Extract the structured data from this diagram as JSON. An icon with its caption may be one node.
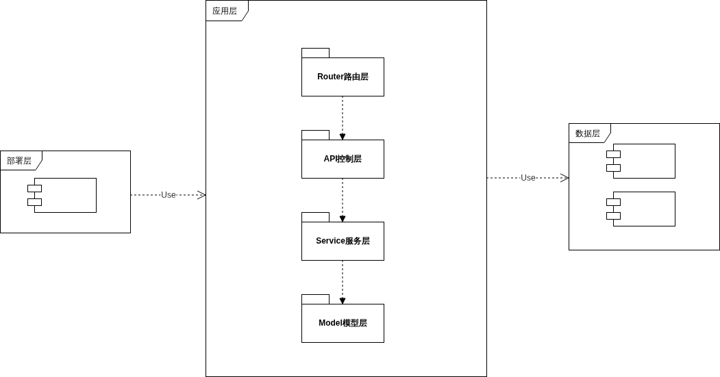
{
  "diagram": {
    "nodes": [
      {
        "text": [
          "部署层"
        ]
      },
      {
        "text": [],
        "shape": "component",
        "in": 0
      },
      {
        "text": [
          "应用层"
        ]
      },
      {
        "text": [
          "Router路由层"
        ],
        "in": 2
      },
      {
        "text": [
          "API控制层"
        ],
        "in": 2
      },
      {
        "text": [
          "Service服务层"
        ],
        "in": 2
      },
      {
        "text": [
          "Model模型层"
        ],
        "in": 2
      },
      {
        "text": [
          "数据层"
        ]
      },
      {
        "text": [],
        "shape": "component",
        "in": 7
      },
      {
        "text": [],
        "shape": "component",
        "in": 7
      }
    ],
    "edges": [
      {
        "from": 0,
        "to": 2,
        "arrow": "to",
        "label": "Use",
        "style": "dashed"
      },
      {
        "from": 3,
        "to": 4,
        "arrow": "to",
        "style": "dashed"
      },
      {
        "from": 4,
        "to": 5,
        "arrow": "to",
        "style": "dashed"
      },
      {
        "from": 5,
        "to": 6,
        "arrow": "to",
        "style": "dashed"
      },
      {
        "from": 2,
        "to": 7,
        "arrow": "to",
        "label": "Use",
        "style": "dashed"
      }
    ]
  }
}
